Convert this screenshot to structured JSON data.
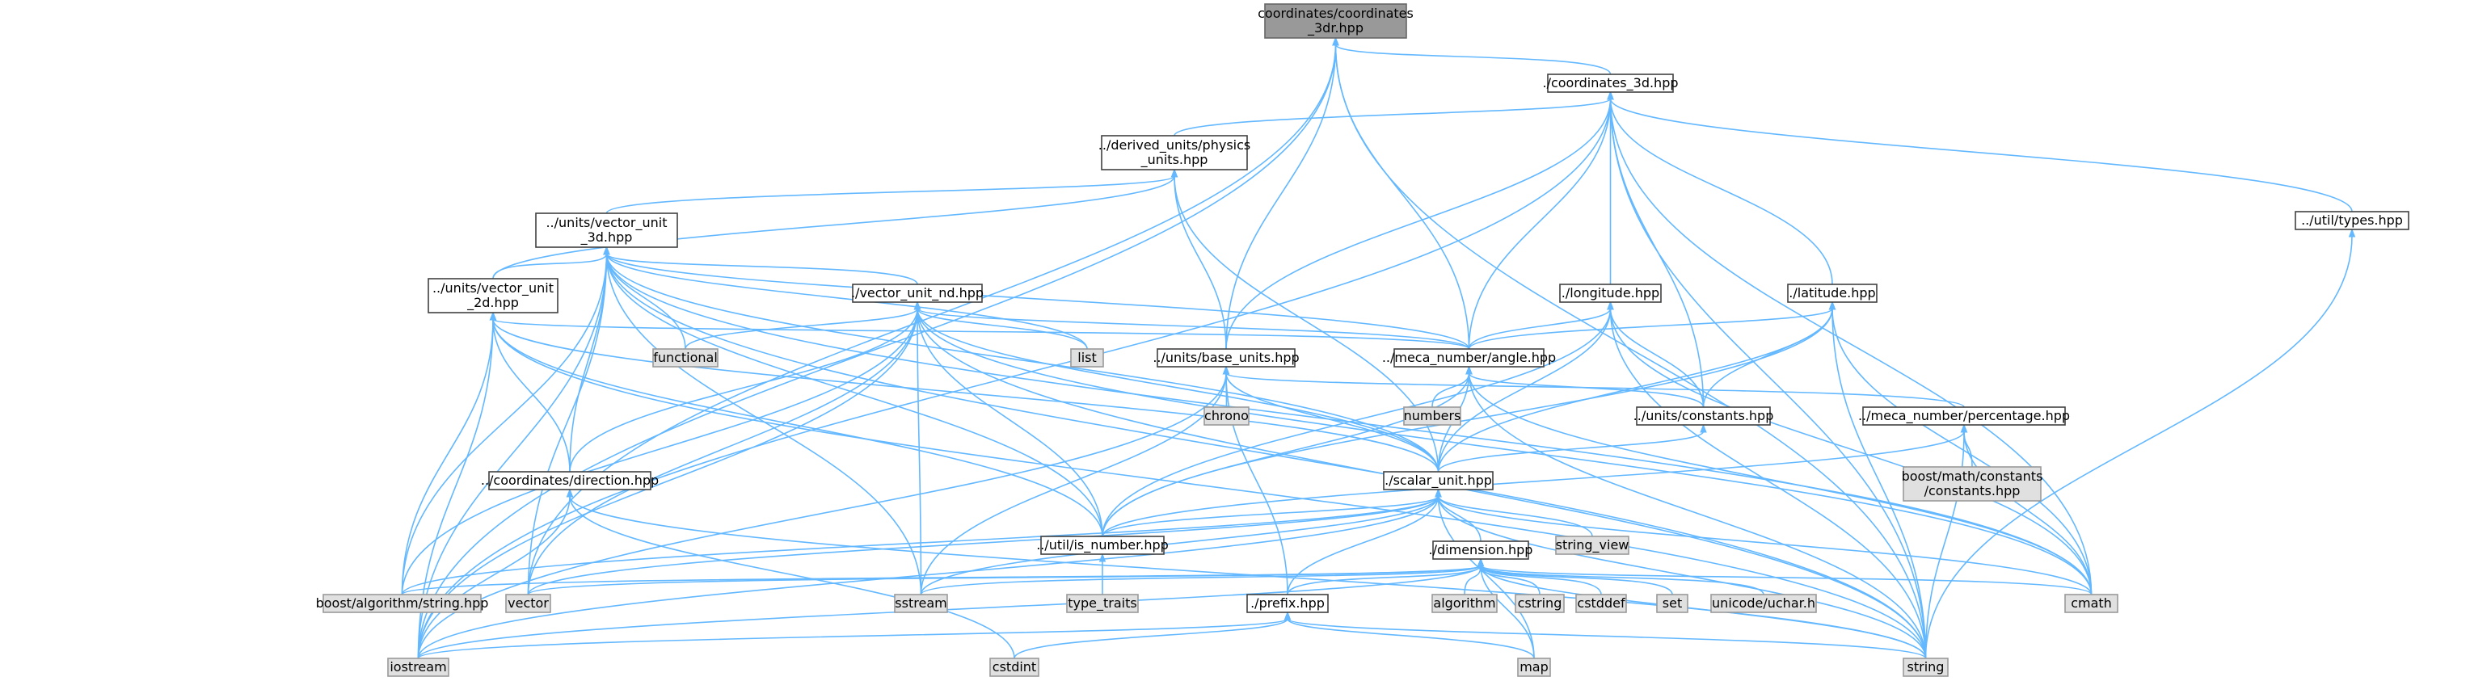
{
  "graph": {
    "colors": {
      "root_fill": "#999999",
      "header_fill": "#ffffff",
      "system_fill": "#e0e0e0",
      "edge": "#63b8ff"
    },
    "nodes": [
      {
        "id": "root",
        "kind": "root",
        "lines": [
          "coordinates/coordinates",
          "_3dr.hpp"
        ]
      },
      {
        "id": "c3d",
        "kind": "header",
        "lines": [
          "./coordinates_3d.hpp"
        ]
      },
      {
        "id": "physics",
        "kind": "header",
        "lines": [
          "../derived_units/physics",
          "_units.hpp"
        ]
      },
      {
        "id": "types",
        "kind": "header",
        "lines": [
          "../util/types.hpp"
        ]
      },
      {
        "id": "vec3d",
        "kind": "header",
        "lines": [
          "../units/vector_unit",
          "_3d.hpp"
        ]
      },
      {
        "id": "vec2d",
        "kind": "header",
        "lines": [
          "../units/vector_unit",
          "_2d.hpp"
        ]
      },
      {
        "id": "vecnd",
        "kind": "header",
        "lines": [
          "./vector_unit_nd.hpp"
        ]
      },
      {
        "id": "longitude",
        "kind": "header",
        "lines": [
          "./longitude.hpp"
        ]
      },
      {
        "id": "latitude",
        "kind": "header",
        "lines": [
          "./latitude.hpp"
        ]
      },
      {
        "id": "functional",
        "kind": "system",
        "lines": [
          "functional"
        ]
      },
      {
        "id": "list",
        "kind": "system",
        "lines": [
          "list"
        ]
      },
      {
        "id": "baseunits",
        "kind": "header",
        "lines": [
          "../units/base_units.hpp"
        ]
      },
      {
        "id": "angle",
        "kind": "header",
        "lines": [
          "../meca_number/angle.hpp"
        ]
      },
      {
        "id": "chrono",
        "kind": "system",
        "lines": [
          "chrono"
        ]
      },
      {
        "id": "numbers",
        "kind": "system",
        "lines": [
          "numbers"
        ]
      },
      {
        "id": "constants",
        "kind": "header",
        "lines": [
          "../units/constants.hpp"
        ]
      },
      {
        "id": "percentage",
        "kind": "header",
        "lines": [
          "../meca_number/percentage.hpp"
        ]
      },
      {
        "id": "direction",
        "kind": "header",
        "lines": [
          "../coordinates/direction.hpp"
        ]
      },
      {
        "id": "scalar",
        "kind": "header",
        "lines": [
          "./scalar_unit.hpp"
        ]
      },
      {
        "id": "boostconst",
        "kind": "system",
        "lines": [
          "boost/math/constants",
          "/constants.hpp"
        ]
      },
      {
        "id": "isnumber",
        "kind": "header",
        "lines": [
          "../util/is_number.hpp"
        ]
      },
      {
        "id": "string_view",
        "kind": "system",
        "lines": [
          "string_view"
        ]
      },
      {
        "id": "dimension",
        "kind": "header",
        "lines": [
          "./dimension.hpp"
        ]
      },
      {
        "id": "boostalgo",
        "kind": "system",
        "lines": [
          "boost/algorithm/string.hpp"
        ]
      },
      {
        "id": "vector",
        "kind": "system",
        "lines": [
          "vector"
        ]
      },
      {
        "id": "sstream",
        "kind": "system",
        "lines": [
          "sstream"
        ]
      },
      {
        "id": "type_traits",
        "kind": "system",
        "lines": [
          "type_traits"
        ]
      },
      {
        "id": "prefix",
        "kind": "header",
        "lines": [
          "./prefix.hpp"
        ]
      },
      {
        "id": "algorithm",
        "kind": "system",
        "lines": [
          "algorithm"
        ]
      },
      {
        "id": "cstring",
        "kind": "system",
        "lines": [
          "cstring"
        ]
      },
      {
        "id": "cstddef",
        "kind": "system",
        "lines": [
          "cstddef"
        ]
      },
      {
        "id": "set",
        "kind": "system",
        "lines": [
          "set"
        ]
      },
      {
        "id": "uchar",
        "kind": "system",
        "lines": [
          "unicode/uchar.h"
        ]
      },
      {
        "id": "cmath",
        "kind": "system",
        "lines": [
          "cmath"
        ]
      },
      {
        "id": "iostream",
        "kind": "system",
        "lines": [
          "iostream"
        ]
      },
      {
        "id": "cstdint",
        "kind": "system",
        "lines": [
          "cstdint"
        ]
      },
      {
        "id": "map",
        "kind": "system",
        "lines": [
          "map"
        ]
      },
      {
        "id": "string",
        "kind": "system",
        "lines": [
          "string"
        ]
      }
    ],
    "edges": [
      [
        "root",
        "c3d"
      ],
      [
        "root",
        "baseunits"
      ],
      [
        "root",
        "angle"
      ],
      [
        "root",
        "iostream"
      ],
      [
        "root",
        "vector"
      ],
      [
        "root",
        "string"
      ],
      [
        "c3d",
        "physics"
      ],
      [
        "c3d",
        "types"
      ],
      [
        "c3d",
        "longitude"
      ],
      [
        "c3d",
        "latitude"
      ],
      [
        "c3d",
        "baseunits"
      ],
      [
        "c3d",
        "angle"
      ],
      [
        "c3d",
        "constants"
      ],
      [
        "c3d",
        "iostream"
      ],
      [
        "c3d",
        "cmath"
      ],
      [
        "c3d",
        "string"
      ],
      [
        "physics",
        "vec3d"
      ],
      [
        "physics",
        "vec2d"
      ],
      [
        "physics",
        "baseunits"
      ],
      [
        "physics",
        "scalar"
      ],
      [
        "types",
        "string"
      ],
      [
        "vec3d",
        "vec2d"
      ],
      [
        "vec3d",
        "vecnd"
      ],
      [
        "vec3d",
        "functional"
      ],
      [
        "vec3d",
        "list"
      ],
      [
        "vec3d",
        "angle"
      ],
      [
        "vec3d",
        "direction"
      ],
      [
        "vec3d",
        "scalar"
      ],
      [
        "vec3d",
        "isnumber"
      ],
      [
        "vec3d",
        "boostalgo"
      ],
      [
        "vec3d",
        "vector"
      ],
      [
        "vec3d",
        "sstream"
      ],
      [
        "vec3d",
        "iostream"
      ],
      [
        "vec3d",
        "cmath"
      ],
      [
        "vec3d",
        "string"
      ],
      [
        "vec2d",
        "angle"
      ],
      [
        "vec2d",
        "direction"
      ],
      [
        "vec2d",
        "scalar"
      ],
      [
        "vec2d",
        "isnumber"
      ],
      [
        "vec2d",
        "boostalgo"
      ],
      [
        "vec2d",
        "iostream"
      ],
      [
        "vec2d",
        "string"
      ],
      [
        "vecnd",
        "functional"
      ],
      [
        "vecnd",
        "list"
      ],
      [
        "vecnd",
        "angle"
      ],
      [
        "vecnd",
        "direction"
      ],
      [
        "vecnd",
        "scalar"
      ],
      [
        "vecnd",
        "isnumber"
      ],
      [
        "vecnd",
        "boostalgo"
      ],
      [
        "vecnd",
        "vector"
      ],
      [
        "vecnd",
        "sstream"
      ],
      [
        "vecnd",
        "iostream"
      ],
      [
        "vecnd",
        "cmath"
      ],
      [
        "vecnd",
        "string"
      ],
      [
        "longitude",
        "angle"
      ],
      [
        "longitude",
        "constants"
      ],
      [
        "longitude",
        "scalar"
      ],
      [
        "longitude",
        "isnumber"
      ],
      [
        "longitude",
        "cmath"
      ],
      [
        "longitude",
        "string"
      ],
      [
        "latitude",
        "angle"
      ],
      [
        "latitude",
        "constants"
      ],
      [
        "latitude",
        "scalar"
      ],
      [
        "latitude",
        "isnumber"
      ],
      [
        "latitude",
        "cmath"
      ],
      [
        "latitude",
        "string"
      ],
      [
        "baseunits",
        "chrono"
      ],
      [
        "baseunits",
        "percentage"
      ],
      [
        "baseunits",
        "scalar"
      ],
      [
        "baseunits",
        "prefix"
      ],
      [
        "baseunits",
        "sstream"
      ],
      [
        "baseunits",
        "iostream"
      ],
      [
        "angle",
        "numbers"
      ],
      [
        "angle",
        "constants"
      ],
      [
        "angle",
        "scalar"
      ],
      [
        "angle",
        "isnumber"
      ],
      [
        "angle",
        "cmath"
      ],
      [
        "angle",
        "string"
      ],
      [
        "constants",
        "scalar"
      ],
      [
        "percentage",
        "boostconst"
      ],
      [
        "percentage",
        "isnumber"
      ],
      [
        "percentage",
        "cmath"
      ],
      [
        "percentage",
        "string"
      ],
      [
        "direction",
        "cstdint"
      ],
      [
        "direction",
        "iostream"
      ],
      [
        "direction",
        "string"
      ],
      [
        "scalar",
        "isnumber"
      ],
      [
        "scalar",
        "string_view"
      ],
      [
        "scalar",
        "dimension"
      ],
      [
        "scalar",
        "prefix"
      ],
      [
        "scalar",
        "boostalgo"
      ],
      [
        "scalar",
        "vector"
      ],
      [
        "scalar",
        "sstream"
      ],
      [
        "scalar",
        "iostream"
      ],
      [
        "scalar",
        "cmath"
      ],
      [
        "scalar",
        "map"
      ],
      [
        "scalar",
        "string"
      ],
      [
        "isnumber",
        "type_traits"
      ],
      [
        "dimension",
        "prefix"
      ],
      [
        "dimension",
        "algorithm"
      ],
      [
        "dimension",
        "cstring"
      ],
      [
        "dimension",
        "cstddef"
      ],
      [
        "dimension",
        "set"
      ],
      [
        "dimension",
        "uchar"
      ],
      [
        "dimension",
        "boostalgo"
      ],
      [
        "dimension",
        "vector"
      ],
      [
        "dimension",
        "sstream"
      ],
      [
        "dimension",
        "iostream"
      ],
      [
        "dimension",
        "cmath"
      ],
      [
        "dimension",
        "map"
      ],
      [
        "dimension",
        "string"
      ],
      [
        "prefix",
        "cstdint"
      ],
      [
        "prefix",
        "iostream"
      ],
      [
        "prefix",
        "map"
      ],
      [
        "prefix",
        "string"
      ]
    ]
  }
}
